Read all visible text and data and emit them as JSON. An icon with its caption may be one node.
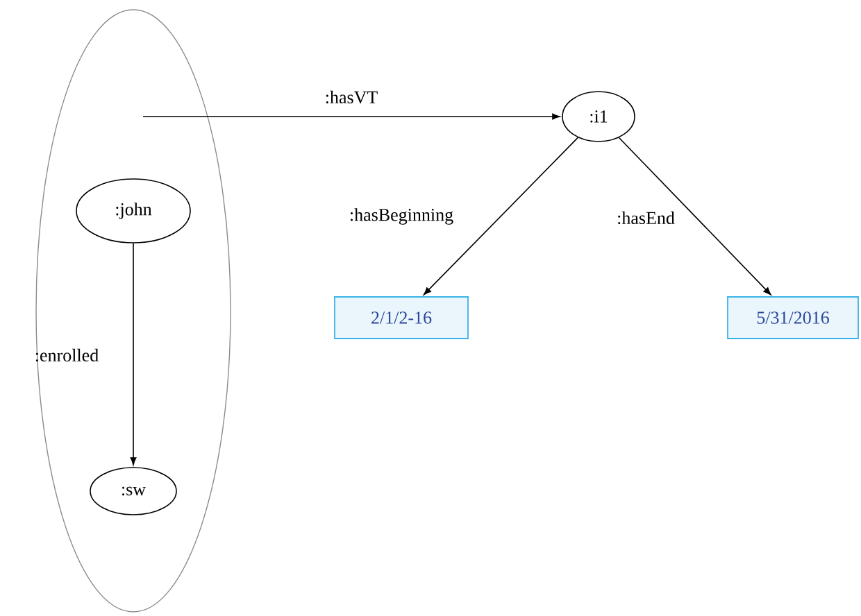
{
  "diagram": {
    "nodes": [
      {
        "text": [],
        "shape": "ellipse"
      },
      {
        "text": [
          ":john"
        ],
        "in": 0
      },
      {
        "text": [
          ":sw"
        ],
        "in": 0
      },
      {
        "text": [
          ":i1"
        ]
      },
      {
        "text": [
          "2/1/2-16"
        ]
      },
      {
        "text": [
          "5/31/2016"
        ]
      }
    ],
    "edges": [
      {
        "from": 0,
        "to": 3,
        "arrow": "to",
        "label": ":hasVT"
      },
      {
        "from": 1,
        "to": 2,
        "arrow": "to",
        "label": ":enrolled"
      },
      {
        "from": 3,
        "to": 4,
        "arrow": "to",
        "label": ":hasBeginning"
      },
      {
        "from": 3,
        "to": 5,
        "arrow": "to",
        "label": ":hasEnd"
      }
    ]
  }
}
